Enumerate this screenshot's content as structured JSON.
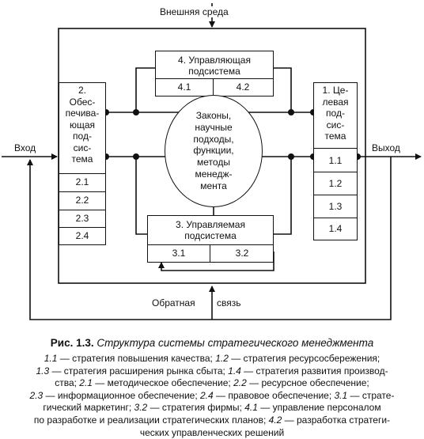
{
  "diagram": {
    "external_env": "Внешняя среда",
    "input": "Вход",
    "output": "Выход",
    "feedback_left": "Обратная",
    "feedback_right": "связь",
    "box4_title": [
      "4. Управляющая",
      "подсистема"
    ],
    "box4_cells": [
      "4.1",
      "4.2"
    ],
    "box3_title": [
      "3. Управляемая",
      "подсистема"
    ],
    "box3_cells": [
      "3.1",
      "3.2"
    ],
    "box2_title": [
      "2.",
      "Обес-",
      "печива-",
      "ющая",
      "под-",
      "сис-",
      "тема"
    ],
    "box2_cells": [
      "2.1",
      "2.2",
      "2.3",
      "2.4"
    ],
    "box1_title": [
      "1. Це-",
      "левая",
      "под-",
      "сис-",
      "тема"
    ],
    "box1_cells": [
      "1.1",
      "1.2",
      "1.3",
      "1.4"
    ],
    "circle": [
      "Законы,",
      "научные",
      "подходы,",
      "функции,",
      "методы",
      "менедж-",
      "мента"
    ]
  },
  "caption": {
    "prefix": "Рис. 1.3.",
    "title": "Структура системы стратегического менеджмента"
  },
  "legend": [
    [
      {
        "t": "1.1",
        "i": true
      },
      {
        "t": " — стратегия повышения качества; "
      },
      {
        "t": "1.2",
        "i": true
      },
      {
        "t": " — стратегия ресурсосбережения;"
      }
    ],
    [
      {
        "t": "1.3",
        "i": true
      },
      {
        "t": " — стратегия расширения рынка сбыта; "
      },
      {
        "t": "1.4",
        "i": true
      },
      {
        "t": " — стратегия развития производ-"
      }
    ],
    [
      {
        "t": "ства; "
      },
      {
        "t": "2.1",
        "i": true
      },
      {
        "t": " — методическое обеспечение; "
      },
      {
        "t": "2.2",
        "i": true
      },
      {
        "t": " — ресурсное обеспечение;"
      }
    ],
    [
      {
        "t": "2.3",
        "i": true
      },
      {
        "t": " — информационное обеспечение; "
      },
      {
        "t": "2.4",
        "i": true
      },
      {
        "t": " — правовое обеспечение; "
      },
      {
        "t": "3.1",
        "i": true
      },
      {
        "t": " — страте-"
      }
    ],
    [
      {
        "t": "гический маркетинг; "
      },
      {
        "t": "3.2",
        "i": true
      },
      {
        "t": " — стратегия фирмы; "
      },
      {
        "t": "4.1",
        "i": true
      },
      {
        "t": " — управление персоналом"
      }
    ],
    [
      {
        "t": "по разработке и реализации стратегических планов; "
      },
      {
        "t": "4.2",
        "i": true
      },
      {
        "t": " — разработка стратеги-"
      }
    ],
    [
      {
        "t": "ческих управленческих решений"
      }
    ]
  ]
}
